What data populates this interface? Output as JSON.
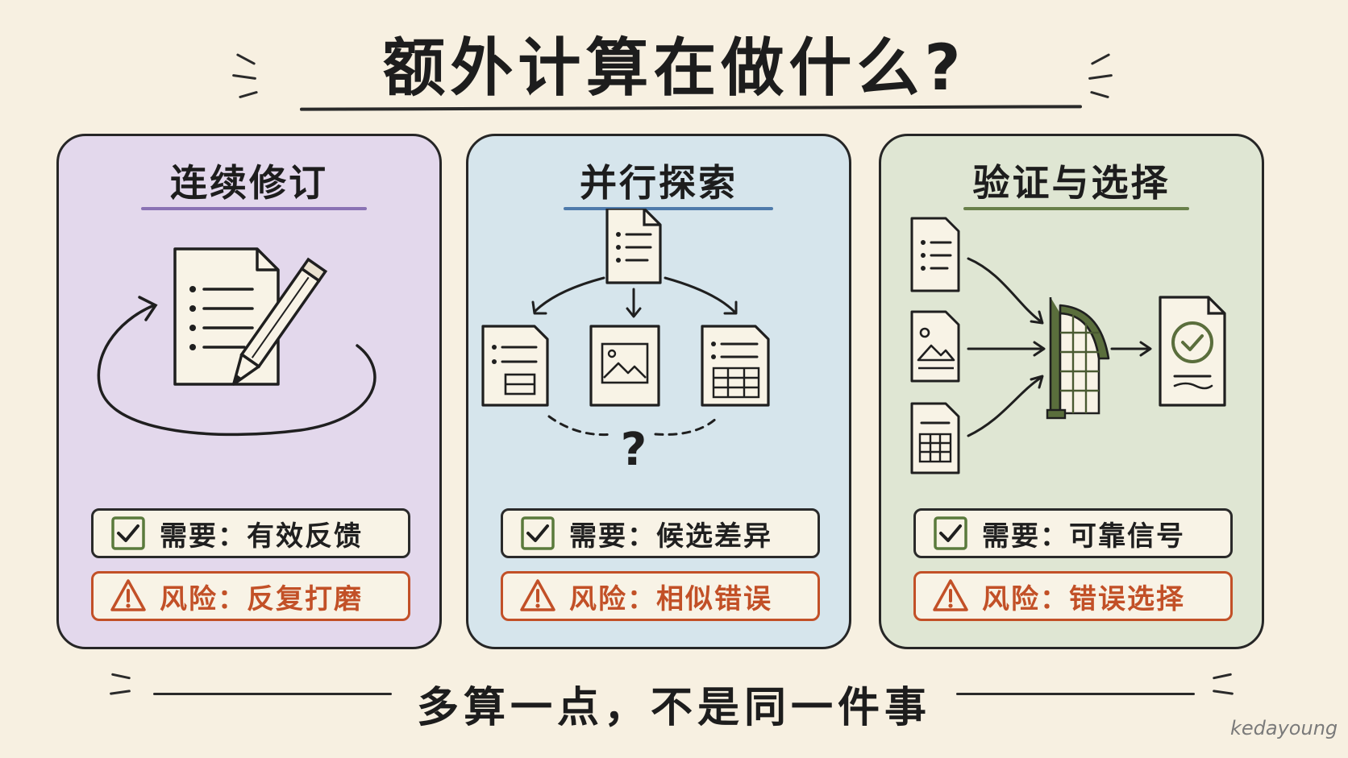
{
  "title": "额外计算在做什么?",
  "panels": [
    {
      "title": "连续修订",
      "need": "需要：有效反馈",
      "risk": "风险：反复打磨",
      "color": "#e3d8ec",
      "accent": "#8a72b4"
    },
    {
      "title": "并行探索",
      "need": "需要：候选差异",
      "risk": "风险：相似错误",
      "color": "#d6e5ec",
      "accent": "#4f7bab",
      "question": "?"
    },
    {
      "title": "验证与选择",
      "need": "需要：可靠信号",
      "risk": "风险：错误选择",
      "color": "#dfe6d3",
      "accent": "#69804a"
    }
  ],
  "icons": {
    "need": "checkbox-icon",
    "risk": "warning-triangle-icon"
  },
  "footer": "多算一点，不是同一件事",
  "signature": "kedayoung",
  "colors": {
    "background": "#f7f0e1",
    "risk": "#c25027",
    "ink": "#1f1f1f"
  }
}
